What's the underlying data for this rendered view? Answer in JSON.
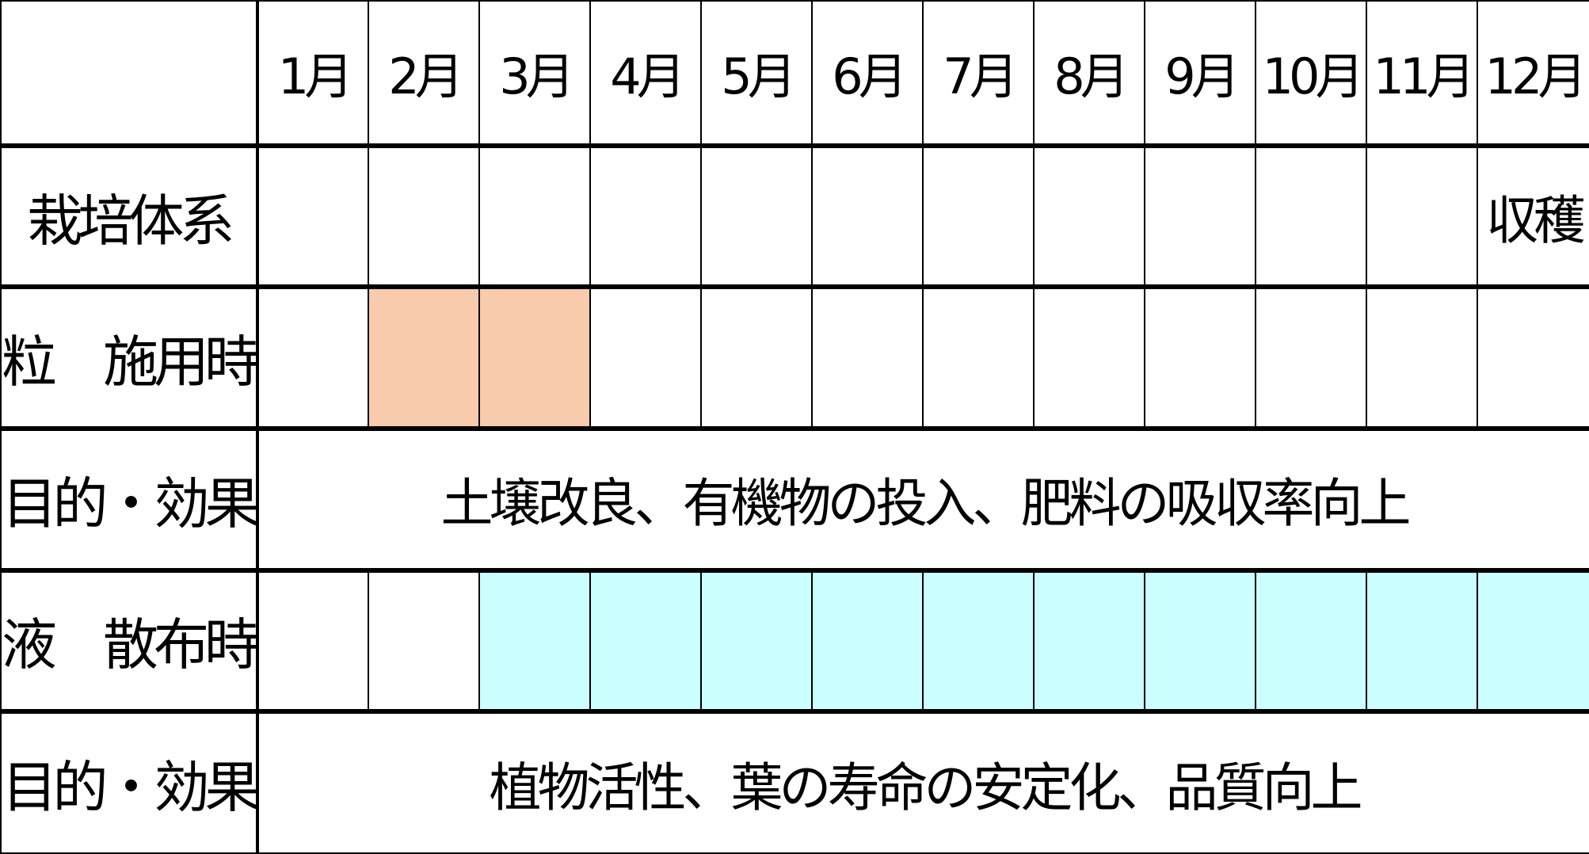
{
  "months": [
    "1月",
    "2月",
    "3月",
    "4月",
    "5月",
    "6月",
    "7月",
    "8月",
    "9月",
    "10月",
    "11月",
    "12月"
  ],
  "rows": {
    "cultivation": {
      "label": "栽培体系",
      "harvest_label": "収穫",
      "harvest_month": "12月"
    },
    "granular": {
      "label": "粒　施用時期",
      "active_months": [
        "2月",
        "3月"
      ],
      "color": "#F8CBAD"
    },
    "granular_effect": {
      "label": "目的・効果",
      "text": "土壌改良、有機物の投入、肥料の吸収率向上"
    },
    "liquid": {
      "label": "液　散布時期",
      "active_months": [
        "3月",
        "4月",
        "5月",
        "6月",
        "7月",
        "8月",
        "9月",
        "10月",
        "11月",
        "12月"
      ],
      "color": "#CCFFFF"
    },
    "liquid_effect": {
      "label": "目的・効果",
      "text": "植物活性、葉の寿命の安定化、品質向上"
    }
  }
}
